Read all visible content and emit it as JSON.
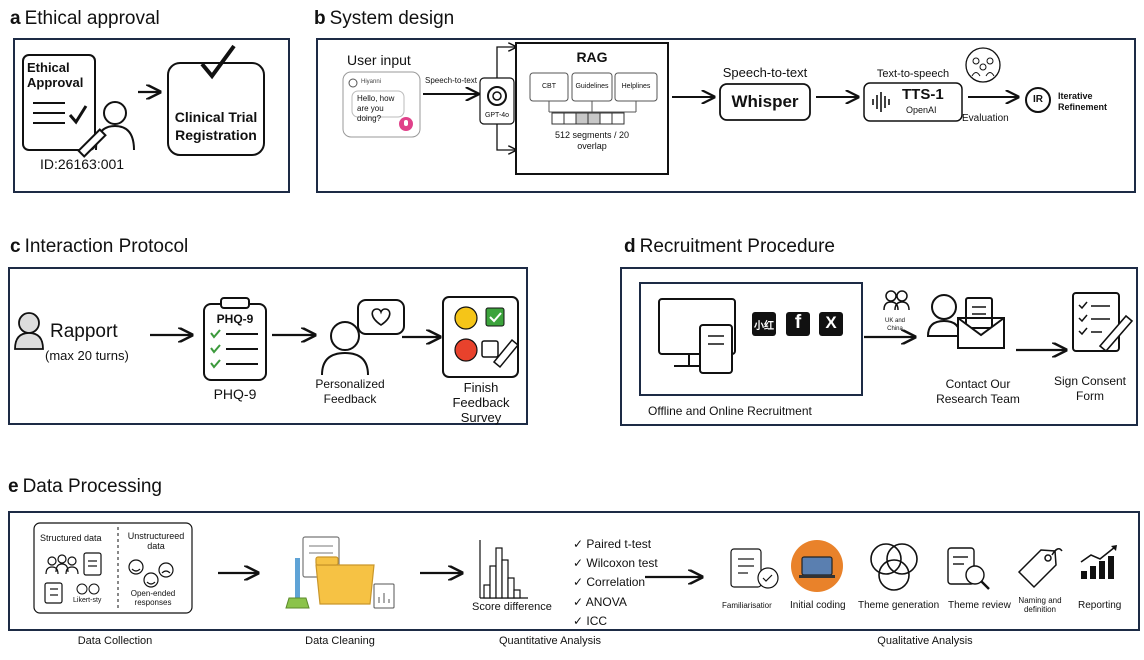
{
  "panels": {
    "a": {
      "letter": "a",
      "title": "Ethical approval",
      "doc_title": "Ethical Approval",
      "id_text": "ID:26163:001",
      "registration": "Clinical Trial Registration"
    },
    "b": {
      "letter": "b",
      "title": "System design",
      "user_input": "User input",
      "chat_name": "Hiyanni",
      "chat_message": "Hello, how are you doing?",
      "stt_small": "Speech-to-text",
      "gpt": "GPT-4o",
      "rag": "RAG",
      "sources": [
        "CBT",
        "Guidelines",
        "Helplines"
      ],
      "segments": "512 segments / 20 overlap",
      "stt": "Speech-to-text",
      "whisper": "Whisper",
      "tts_label": "Text-to-speech",
      "tts_name": "TTS-1",
      "tts_sub": "OpenAI",
      "evaluation": "Evaluation",
      "ir": "IR",
      "iterative": "Iterative Refinement"
    },
    "c": {
      "letter": "c",
      "title": "Interaction Protocol",
      "rapport": "Rapport",
      "rapport_sub": "(max 20 turns)",
      "phq_clip": "PHQ-9",
      "phq_label": "PHQ-9",
      "personalized": "Personalized Feedback",
      "finish": "Finish Feedback Survey"
    },
    "d": {
      "letter": "d",
      "title": "Recruitment  Procedure",
      "platforms": [
        "小红",
        "f",
        "X"
      ],
      "offline_online": "Offline and Online Recruitment",
      "region": "UK and China",
      "contact": "Contact Our Research Team",
      "sign": "Sign Consent Form"
    },
    "e": {
      "letter": "e",
      "title": "Data Processing",
      "structured": "Structured data",
      "unstructured": "Unstructureed data",
      "likert": "Likert-sty",
      "open_ended": "Open-ended responses",
      "data_collection": "Data Collection",
      "data_cleaning": "Data Cleaning",
      "score_difference": "Score difference",
      "tests": [
        "Paired t-test",
        "Wilcoxon test",
        "Correlation",
        "ANOVA",
        "ICC"
      ],
      "quantitative": "Quantitative Analysis",
      "qual_steps": [
        "Familiarisatior",
        "Initial coding",
        "Theme generation",
        "Theme review",
        "Naming and definition",
        "Reporting"
      ],
      "qualitative": "Qualitative Analysis"
    }
  }
}
